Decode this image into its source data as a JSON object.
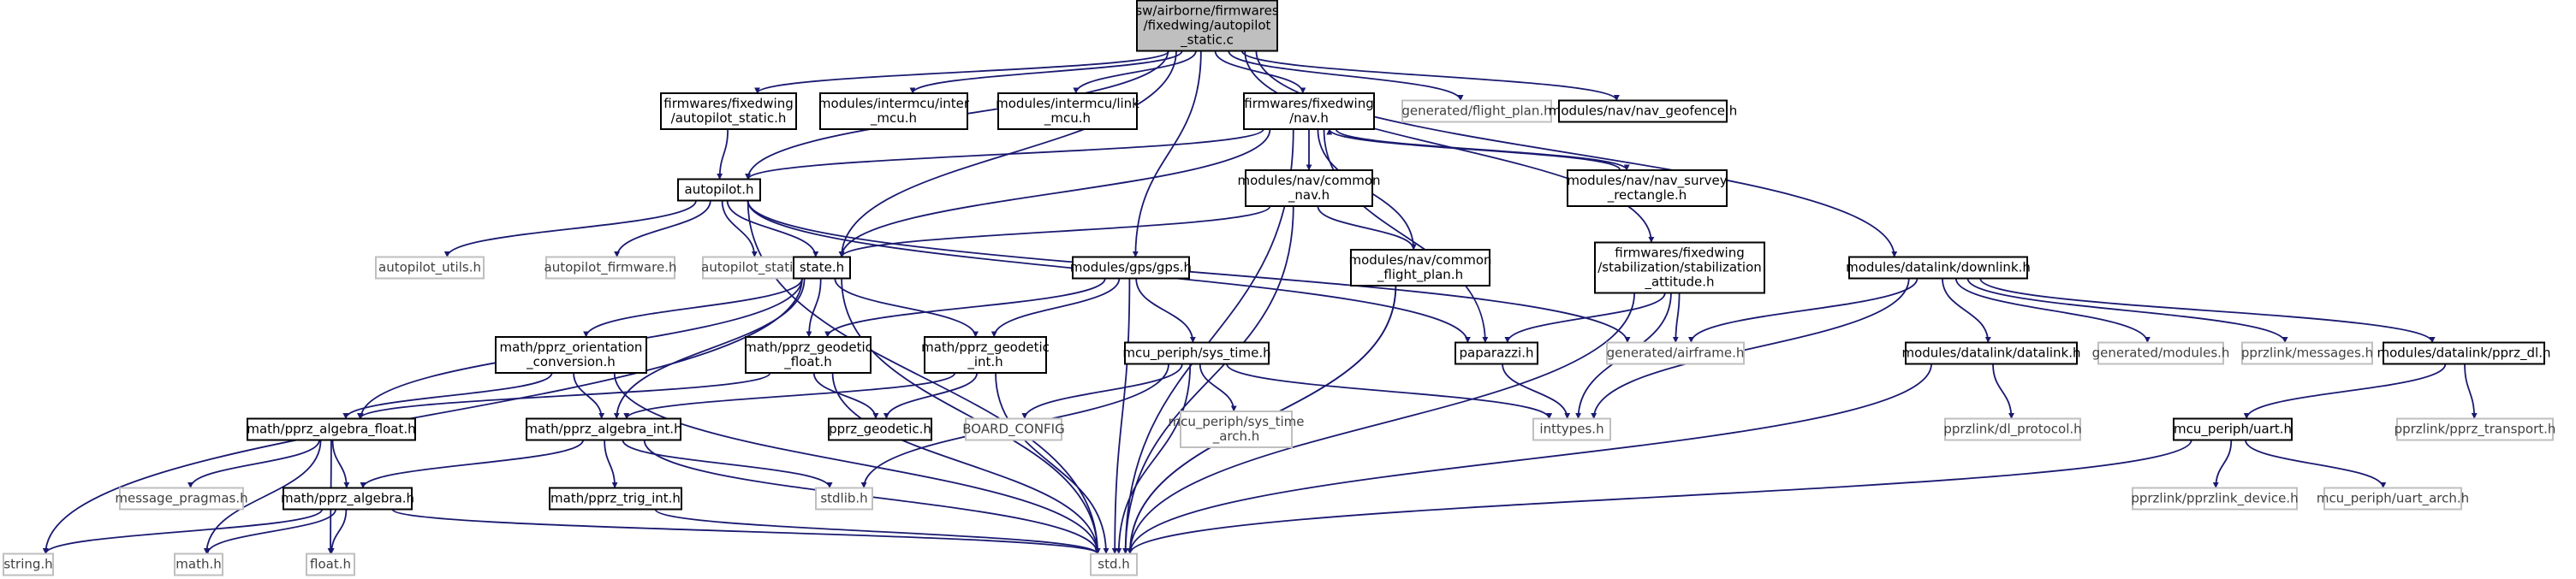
{
  "graph": {
    "colors": {
      "edge": "#191970",
      "node_border": "#000000",
      "node_border_missing": "#bfbfbf",
      "root_fill": "#bfbfbf",
      "node_fill": "#ffffff",
      "text": "#000000",
      "text_missing": "#404040"
    },
    "nodes": [
      {
        "id": "root",
        "lines": [
          "sw/airborne/firmwares",
          "/fixedwing/autopilot",
          "_static.c"
        ],
        "kind": "root"
      },
      {
        "id": "fw_autopilot_static",
        "lines": [
          "firmwares/fixedwing",
          "/autopilot_static.h"
        ],
        "kind": "file"
      },
      {
        "id": "intermcu_inter",
        "lines": [
          "modules/intermcu/inter",
          "_mcu.h"
        ],
        "kind": "file"
      },
      {
        "id": "intermcu_link",
        "lines": [
          "modules/intermcu/link",
          "_mcu.h"
        ],
        "kind": "file"
      },
      {
        "id": "fw_nav",
        "lines": [
          "firmwares/fixedwing",
          "/nav.h"
        ],
        "kind": "file"
      },
      {
        "id": "flight_plan",
        "lines": [
          "generated/flight_plan.h"
        ],
        "kind": "missing"
      },
      {
        "id": "nav_geofence",
        "lines": [
          "modules/nav/nav_geofence.h"
        ],
        "kind": "file"
      },
      {
        "id": "autopilot",
        "lines": [
          "autopilot.h"
        ],
        "kind": "file"
      },
      {
        "id": "common_nav",
        "lines": [
          "modules/nav/common",
          "_nav.h"
        ],
        "kind": "file"
      },
      {
        "id": "nav_survey",
        "lines": [
          "modules/nav/nav_survey",
          "_rectangle.h"
        ],
        "kind": "file"
      },
      {
        "id": "autopilot_utils",
        "lines": [
          "autopilot_utils.h"
        ],
        "kind": "missing"
      },
      {
        "id": "autopilot_firmware",
        "lines": [
          "autopilot_firmware.h"
        ],
        "kind": "missing"
      },
      {
        "id": "autopilot_static",
        "lines": [
          "autopilot_static.h"
        ],
        "kind": "missing"
      },
      {
        "id": "state",
        "lines": [
          "state.h"
        ],
        "kind": "file"
      },
      {
        "id": "gps",
        "lines": [
          "modules/gps/gps.h"
        ],
        "kind": "file"
      },
      {
        "id": "common_flight_plan",
        "lines": [
          "modules/nav/common",
          "_flight_plan.h"
        ],
        "kind": "file"
      },
      {
        "id": "stab_attitude",
        "lines": [
          "firmwares/fixedwing",
          "/stabilization/stabilization",
          "_attitude.h"
        ],
        "kind": "file"
      },
      {
        "id": "downlink",
        "lines": [
          "modules/datalink/downlink.h"
        ],
        "kind": "file"
      },
      {
        "id": "orientation",
        "lines": [
          "math/pprz_orientation",
          "_conversion.h"
        ],
        "kind": "file"
      },
      {
        "id": "geodetic_float",
        "lines": [
          "math/pprz_geodetic",
          "_float.h"
        ],
        "kind": "file"
      },
      {
        "id": "geodetic_int",
        "lines": [
          "math/pprz_geodetic",
          "_int.h"
        ],
        "kind": "file"
      },
      {
        "id": "paparazzi",
        "lines": [
          "paparazzi.h"
        ],
        "kind": "file"
      },
      {
        "id": "airframe",
        "lines": [
          "generated/airframe.h"
        ],
        "kind": "missing"
      },
      {
        "id": "datalink",
        "lines": [
          "modules/datalink/datalink.h"
        ],
        "kind": "file"
      },
      {
        "id": "gen_modules",
        "lines": [
          "generated/modules.h"
        ],
        "kind": "missing"
      },
      {
        "id": "pprzlink_messages",
        "lines": [
          "pprzlink/messages.h"
        ],
        "kind": "missing"
      },
      {
        "id": "pprz_dl",
        "lines": [
          "modules/datalink/pprz_dl.h"
        ],
        "kind": "file"
      },
      {
        "id": "sys_time",
        "lines": [
          "mcu_periph/sys_time.h"
        ],
        "kind": "file"
      },
      {
        "id": "algebra_float",
        "lines": [
          "math/pprz_algebra_float.h"
        ],
        "kind": "file"
      },
      {
        "id": "algebra_int",
        "lines": [
          "math/pprz_algebra_int.h"
        ],
        "kind": "file"
      },
      {
        "id": "pprz_geodetic",
        "lines": [
          "pprz_geodetic.h"
        ],
        "kind": "file"
      },
      {
        "id": "board_config",
        "lines": [
          "BOARD_CONFIG"
        ],
        "kind": "missing"
      },
      {
        "id": "sys_time_arch",
        "lines": [
          "mcu_periph/sys_time",
          "_arch.h"
        ],
        "kind": "missing"
      },
      {
        "id": "inttypes",
        "lines": [
          "inttypes.h"
        ],
        "kind": "missing"
      },
      {
        "id": "dl_protocol",
        "lines": [
          "pprzlink/dl_protocol.h"
        ],
        "kind": "missing"
      },
      {
        "id": "uart",
        "lines": [
          "mcu_periph/uart.h"
        ],
        "kind": "file"
      },
      {
        "id": "pprz_transport",
        "lines": [
          "pprzlink/pprz_transport.h"
        ],
        "kind": "missing"
      },
      {
        "id": "message_pragmas",
        "lines": [
          "message_pragmas.h"
        ],
        "kind": "missing"
      },
      {
        "id": "pprz_algebra",
        "lines": [
          "math/pprz_algebra.h"
        ],
        "kind": "file"
      },
      {
        "id": "trig_int",
        "lines": [
          "math/pprz_trig_int.h"
        ],
        "kind": "file"
      },
      {
        "id": "stdlib",
        "lines": [
          "stdlib.h"
        ],
        "kind": "missing"
      },
      {
        "id": "pprzlink_device",
        "lines": [
          "pprzlink/pprzlink_device.h"
        ],
        "kind": "missing"
      },
      {
        "id": "uart_arch",
        "lines": [
          "mcu_periph/uart_arch.h"
        ],
        "kind": "missing"
      },
      {
        "id": "string",
        "lines": [
          "string.h"
        ],
        "kind": "missing"
      },
      {
        "id": "math",
        "lines": [
          "math.h"
        ],
        "kind": "missing"
      },
      {
        "id": "float",
        "lines": [
          "float.h"
        ],
        "kind": "missing"
      },
      {
        "id": "std",
        "lines": [
          "std.h"
        ],
        "kind": "missing"
      }
    ],
    "edges": [
      [
        "root",
        "fw_autopilot_static"
      ],
      [
        "root",
        "intermcu_inter"
      ],
      [
        "root",
        "intermcu_link"
      ],
      [
        "root",
        "fw_nav"
      ],
      [
        "root",
        "flight_plan"
      ],
      [
        "root",
        "nav_geofence"
      ],
      [
        "root",
        "autopilot"
      ],
      [
        "root",
        "state"
      ],
      [
        "root",
        "gps"
      ],
      [
        "root",
        "stab_attitude"
      ],
      [
        "root",
        "downlink"
      ],
      [
        "fw_autopilot_static",
        "autopilot"
      ],
      [
        "fw_nav",
        "autopilot"
      ],
      [
        "fw_nav",
        "common_nav"
      ],
      [
        "fw_nav",
        "nav_survey"
      ],
      [
        "fw_nav",
        "state"
      ],
      [
        "fw_nav",
        "common_flight_plan"
      ],
      [
        "fw_nav",
        "paparazzi"
      ],
      [
        "fw_nav",
        "std"
      ],
      [
        "nav_survey",
        "fw_nav"
      ],
      [
        "common_nav",
        "state"
      ],
      [
        "common_nav",
        "common_flight_plan"
      ],
      [
        "common_nav",
        "std"
      ],
      [
        "autopilot",
        "autopilot_utils"
      ],
      [
        "autopilot",
        "autopilot_firmware"
      ],
      [
        "autopilot",
        "autopilot_static"
      ],
      [
        "autopilot",
        "state"
      ],
      [
        "autopilot",
        "paparazzi"
      ],
      [
        "autopilot",
        "airframe"
      ],
      [
        "autopilot",
        "std"
      ],
      [
        "state",
        "orientation"
      ],
      [
        "state",
        "geodetic_float"
      ],
      [
        "state",
        "geodetic_int"
      ],
      [
        "state",
        "algebra_float"
      ],
      [
        "state",
        "algebra_int"
      ],
      [
        "state",
        "std"
      ],
      [
        "state",
        "string"
      ],
      [
        "gps",
        "geodetic_float"
      ],
      [
        "gps",
        "geodetic_int"
      ],
      [
        "gps",
        "sys_time"
      ],
      [
        "gps",
        "std"
      ],
      [
        "common_flight_plan",
        "std"
      ],
      [
        "stab_attitude",
        "paparazzi"
      ],
      [
        "stab_attitude",
        "airframe"
      ],
      [
        "stab_attitude",
        "inttypes"
      ],
      [
        "stab_attitude",
        "std"
      ],
      [
        "downlink",
        "airframe"
      ],
      [
        "downlink",
        "datalink"
      ],
      [
        "downlink",
        "gen_modules"
      ],
      [
        "downlink",
        "pprzlink_messages"
      ],
      [
        "downlink",
        "pprz_dl"
      ],
      [
        "downlink",
        "inttypes"
      ],
      [
        "orientation",
        "algebra_float"
      ],
      [
        "orientation",
        "algebra_int"
      ],
      [
        "orientation",
        "std"
      ],
      [
        "geodetic_float",
        "algebra_float"
      ],
      [
        "geodetic_float",
        "pprz_geodetic"
      ],
      [
        "geodetic_float",
        "std"
      ],
      [
        "geodetic_int",
        "algebra_int"
      ],
      [
        "geodetic_int",
        "pprz_geodetic"
      ],
      [
        "geodetic_int",
        "std"
      ],
      [
        "paparazzi",
        "inttypes"
      ],
      [
        "common_flight_plan",
        "std"
      ],
      [
        "datalink",
        "dl_protocol"
      ],
      [
        "datalink",
        "std"
      ],
      [
        "pprz_dl",
        "uart"
      ],
      [
        "pprz_dl",
        "pprz_transport"
      ],
      [
        "sys_time",
        "board_config"
      ],
      [
        "sys_time",
        "sys_time_arch"
      ],
      [
        "sys_time",
        "inttypes"
      ],
      [
        "sys_time",
        "stdlib"
      ],
      [
        "sys_time",
        "std"
      ],
      [
        "algebra_float",
        "message_pragmas"
      ],
      [
        "algebra_float",
        "pprz_algebra"
      ],
      [
        "algebra_float",
        "math"
      ],
      [
        "algebra_float",
        "float"
      ],
      [
        "algebra_int",
        "pprz_algebra"
      ],
      [
        "algebra_int",
        "trig_int"
      ],
      [
        "algebra_int",
        "stdlib"
      ],
      [
        "algebra_int",
        "std"
      ],
      [
        "uart",
        "pprzlink_device"
      ],
      [
        "uart",
        "uart_arch"
      ],
      [
        "uart",
        "std"
      ],
      [
        "pprz_algebra",
        "string"
      ],
      [
        "pprz_algebra",
        "math"
      ],
      [
        "pprz_algebra",
        "float"
      ],
      [
        "pprz_algebra",
        "std"
      ],
      [
        "trig_int",
        "std"
      ]
    ]
  }
}
